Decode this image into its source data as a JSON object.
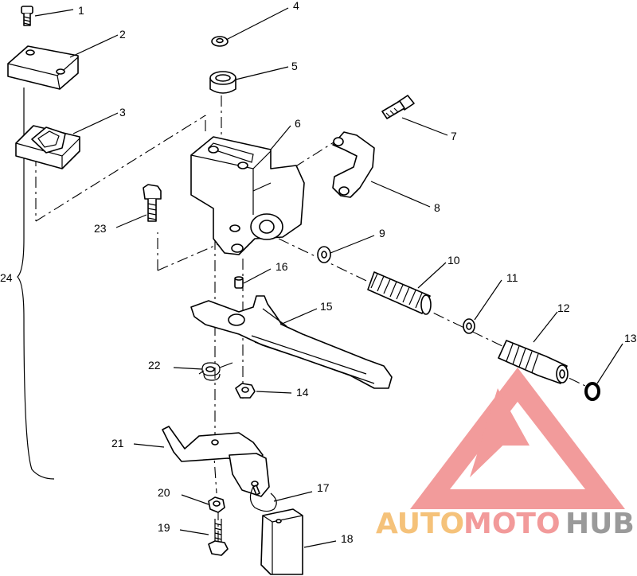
{
  "callouts": [
    {
      "n": "1"
    },
    {
      "n": "2"
    },
    {
      "n": "3"
    },
    {
      "n": "4"
    },
    {
      "n": "5"
    },
    {
      "n": "6"
    },
    {
      "n": "7"
    },
    {
      "n": "8"
    },
    {
      "n": "9"
    },
    {
      "n": "10"
    },
    {
      "n": "11"
    },
    {
      "n": "12"
    },
    {
      "n": "13"
    },
    {
      "n": "14"
    },
    {
      "n": "15"
    },
    {
      "n": "16"
    },
    {
      "n": "17"
    },
    {
      "n": "18"
    },
    {
      "n": "19"
    },
    {
      "n": "20"
    },
    {
      "n": "21"
    },
    {
      "n": "22"
    },
    {
      "n": "23"
    },
    {
      "n": "24"
    }
  ],
  "watermark": {
    "auto": "AUTO",
    "moto": "MOTO",
    "hub": "HUB",
    "colors": {
      "triangle": "#f08a8a",
      "auto": "#f5c27a",
      "moto": "#f29a9a",
      "hub": "#999999"
    }
  }
}
